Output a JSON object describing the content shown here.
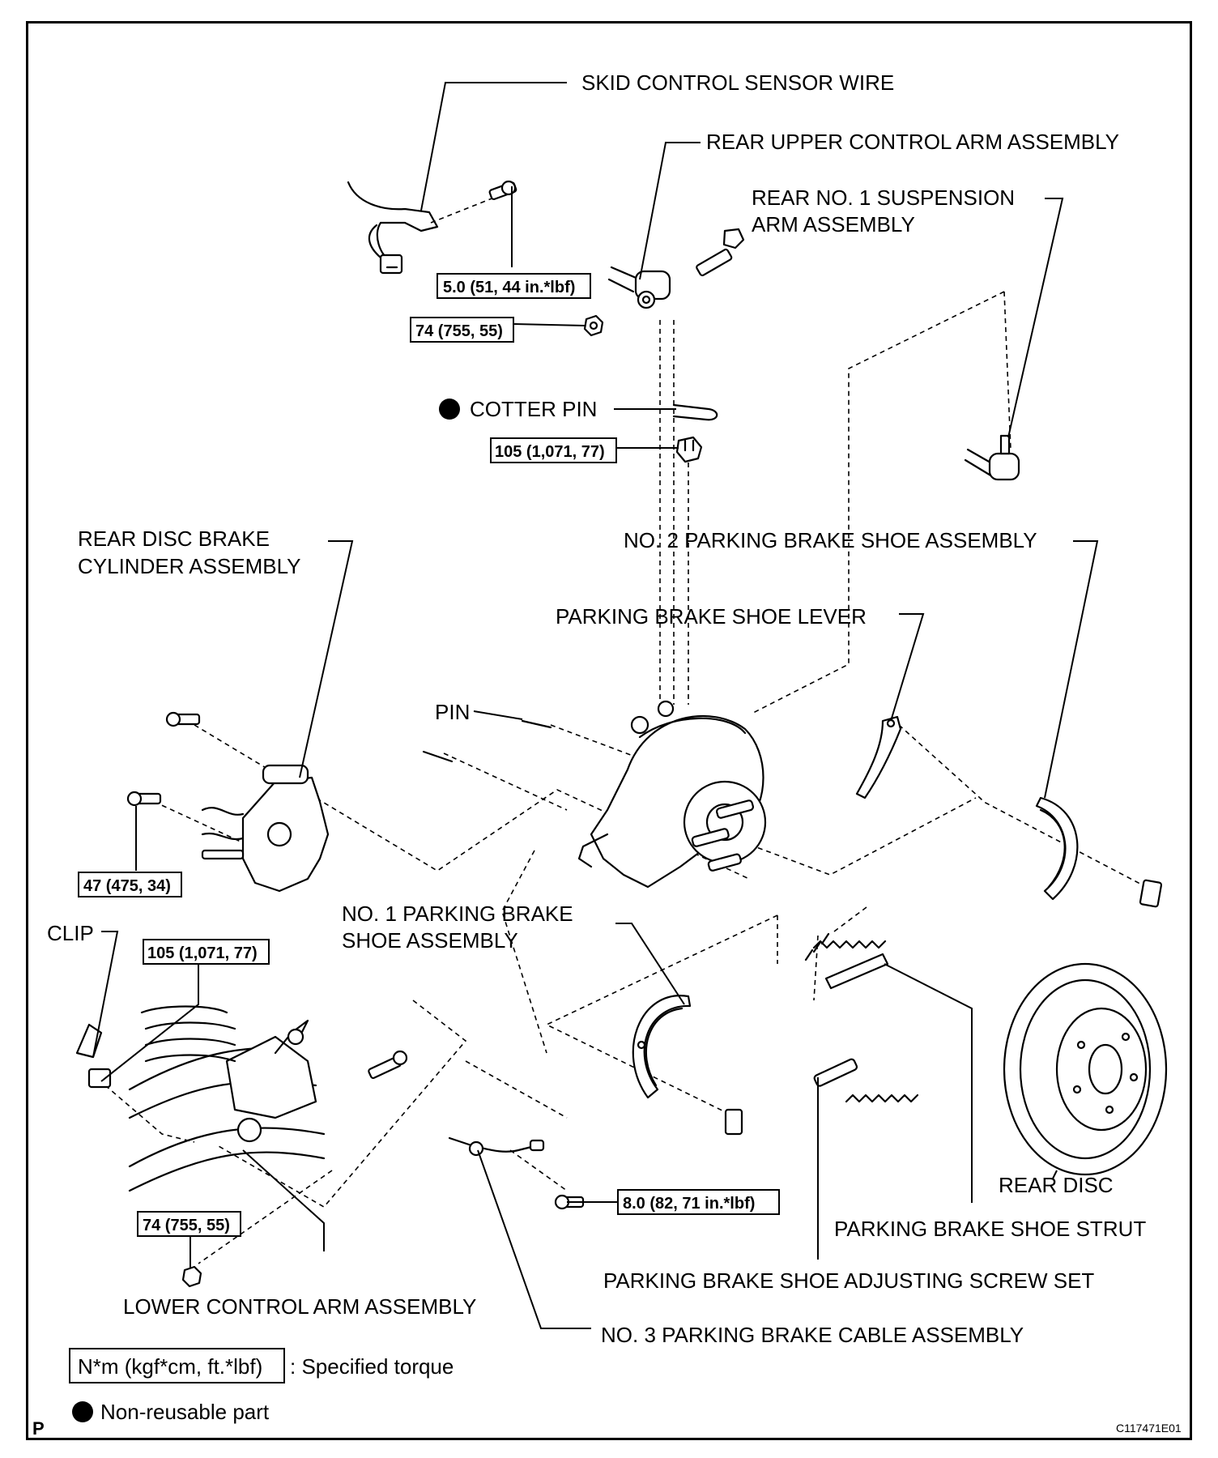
{
  "labels": {
    "skid_control_sensor_wire": "SKID CONTROL SENSOR WIRE",
    "rear_upper_control_arm": "REAR UPPER CONTROL ARM ASSEMBLY",
    "rear_no1_suspension_arm_l1": "REAR NO. 1 SUSPENSION",
    "rear_no1_suspension_arm_l2": "ARM ASSEMBLY",
    "cotter_pin": "COTTER PIN",
    "rear_disc_brake_cylinder_l1": "REAR DISC BRAKE",
    "rear_disc_brake_cylinder_l2": "CYLINDER ASSEMBLY",
    "no2_parking_brake_shoe": "NO. 2 PARKING BRAKE SHOE ASSEMBLY",
    "parking_brake_shoe_lever": "PARKING BRAKE SHOE LEVER",
    "pin": "PIN",
    "no1_parking_brake_shoe_l1": "NO. 1 PARKING BRAKE",
    "no1_parking_brake_shoe_l2": "SHOE ASSEMBLY",
    "clip": "CLIP",
    "rear_disc": "REAR DISC",
    "parking_brake_shoe_strut": "PARKING BRAKE SHOE STRUT",
    "parking_brake_shoe_adjusting_screw_set": "PARKING BRAKE SHOE ADJUSTING SCREW SET",
    "lower_control_arm": "LOWER CONTROL ARM ASSEMBLY",
    "no3_parking_brake_cable": "NO. 3 PARKING BRAKE CABLE ASSEMBLY"
  },
  "torques": {
    "sensor_bolt": "5.0 (51, 44 in.*lbf)",
    "upper_arm_nut": "74 (755, 55)",
    "castle_nut": "105 (1,071, 77)",
    "cylinder_bolt": "47 (475, 34)",
    "strut_bolt": "105 (1,071, 77)",
    "cable_bolt": "8.0 (82, 71 in.*lbf)",
    "lower_arm_nut": "74 (755, 55)"
  },
  "legend": {
    "torque_box": "N*m (kgf*cm, ft.*lbf)",
    "torque_text": ": Specified torque",
    "non_reusable_text": "Non-reusable part"
  },
  "footer": {
    "corner_letter": "P",
    "figure_code": "C117471E01"
  }
}
